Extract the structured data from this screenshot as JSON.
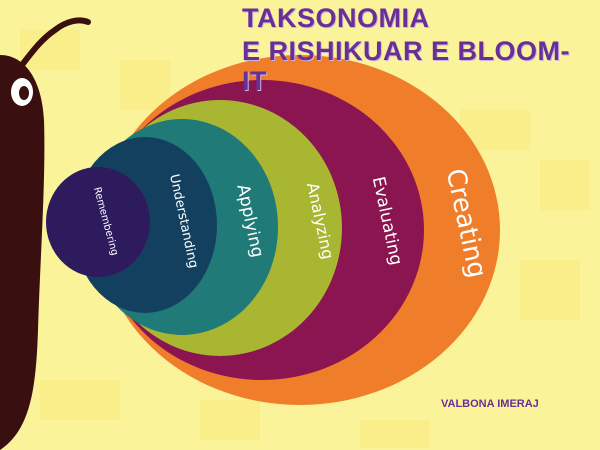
{
  "header": {
    "title_line1": "TAKSONOMIA",
    "title_line2": "E RISHIKUAR E   BLOOM- IT"
  },
  "author": "VALBONA IMERAJ",
  "levels": [
    {
      "label": "Remembering",
      "color": "#2d1b5e"
    },
    {
      "label": "Understanding",
      "color": "#14405f"
    },
    {
      "label": "Applying",
      "color": "#1f7a78"
    },
    {
      "label": "Analyzing",
      "color": "#a9b631"
    },
    {
      "label": "Evaluating",
      "color": "#8a1551"
    },
    {
      "label": "Creating",
      "color": "#ef7d2a"
    }
  ],
  "colors": {
    "background": "#fbf39a",
    "title": "#6a2f96",
    "butterfly_body": "#3a0f0f"
  },
  "icons": [
    "butterfly-body",
    "butterfly-eye",
    "butterfly-antenna"
  ]
}
